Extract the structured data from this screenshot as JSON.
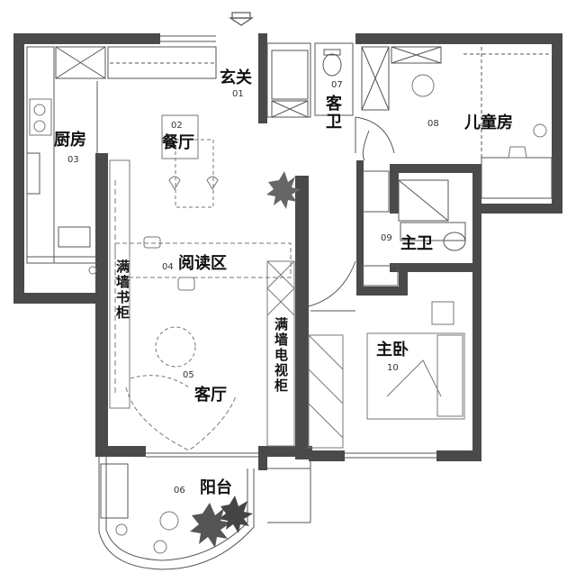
{
  "rooms": {
    "entrance": {
      "name": "玄关",
      "number": "01"
    },
    "dining": {
      "name": "餐厅",
      "number": "02"
    },
    "kitchen": {
      "name": "厨房",
      "number": "03"
    },
    "reading": {
      "name": "阅读区",
      "number": "04"
    },
    "living": {
      "name": "客厅",
      "number": "05"
    },
    "balcony": {
      "name": "阳台",
      "number": "06"
    },
    "guest_bath": {
      "name": "客卫",
      "number": "07"
    },
    "kids_room": {
      "name": "儿童房",
      "number": "08"
    },
    "master_bath": {
      "name": "主卫",
      "number": "09"
    },
    "master_bedroom": {
      "name": "主卧",
      "number": "10"
    }
  },
  "labels": {
    "bookshelf_wall": "满墙书柜",
    "tv_wall": "满墙电视柜"
  },
  "colors": {
    "wall": "#4a4a4a",
    "line": "#555555",
    "furniture": "#777777",
    "plant": "#3a3a3a"
  }
}
